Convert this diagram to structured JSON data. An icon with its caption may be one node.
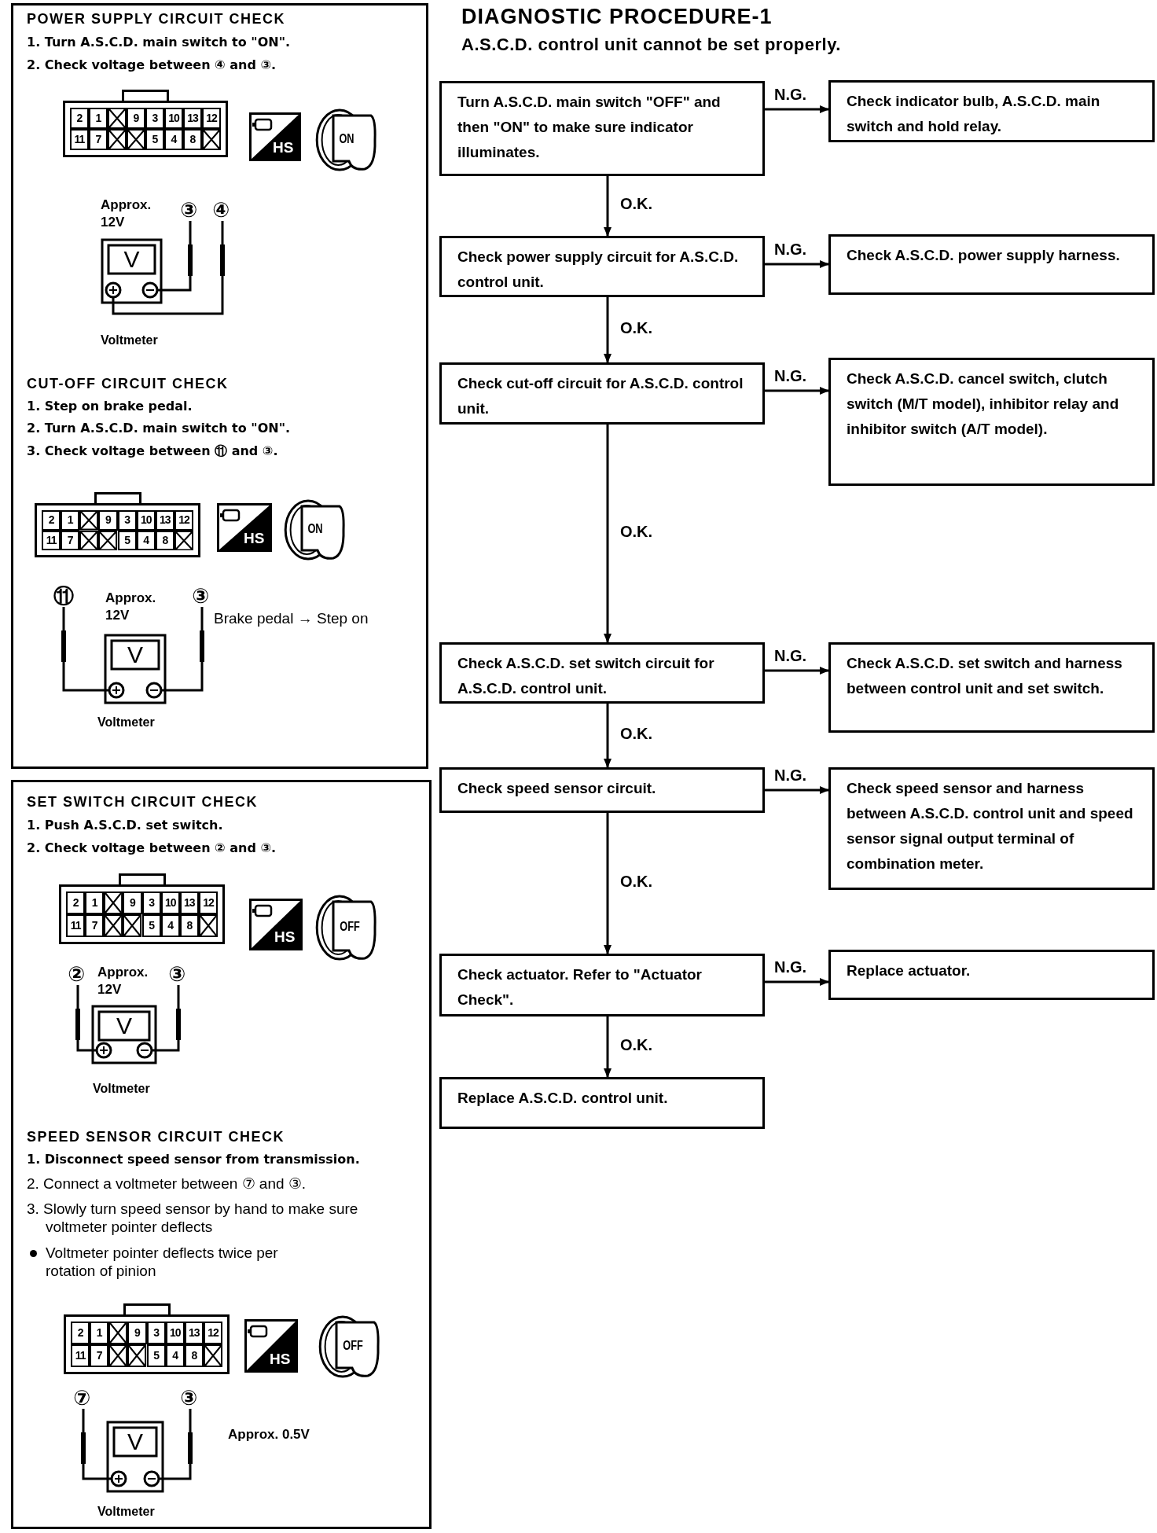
{
  "diagram": {
    "title": "DIAGNOSTIC PROCEDURE-1",
    "nodes": [
      {
        "text": [
          "POWER SUPPLY CIRCUIT CHECK",
          "1. Turn A.S.C.D. main switch to \"ON\".",
          "2. Check voltage between ④ and ③.",
          "CUT-OFF CIRCUIT CHECK",
          "1. Step on brake pedal.",
          "2. Turn A.S.C.D. main switch to \"ON\".",
          "3. Check voltage between ⑪ and ③."
        ]
      },
      {
        "text": [
          "SET SWITCH CIRCUIT CHECK",
          "1. Push A.S.C.D. set switch.",
          "2. Check voltage between ② and ③.",
          "SPEED SENSOR CIRCUIT CHECK",
          "1. Disconnect speed sensor from transmission.",
          "2. Connect a voltmeter between ⑦ and ③.",
          "3. Slowly turn speed sensor by hand to make sure voltmeter pointer deflects",
          "Voltmeter pointer deflects twice per rotation of pinion"
        ]
      },
      {
        "text": [
          "Turn A.S.C.D. main switch \"OFF\" and then \"ON\" to make sure indicator illuminates."
        ]
      },
      {
        "text": [
          "Check indicator bulb, A.S.C.D. main switch and hold relay."
        ]
      },
      {
        "text": [
          "Check power supply circuit for A.S.C.D. control unit."
        ]
      },
      {
        "text": [
          "Check A.S.C.D. power supply harness."
        ]
      },
      {
        "text": [
          "Check cut-off circuit for A.S.C.D. control unit."
        ]
      },
      {
        "text": [
          "Check A.S.C.D. cancel switch, clutch switch (M/T model), inhibitor relay and inhibitor switch (A/T model)."
        ]
      },
      {
        "text": [
          "Check A.S.C.D. set switch circuit for A.S.C.D. control unit."
        ]
      },
      {
        "text": [
          "Check A.S.C.D. set switch and harness between control unit and set switch."
        ]
      },
      {
        "text": [
          "Check speed sensor circuit."
        ]
      },
      {
        "text": [
          "Check speed sensor and harness between A.S.C.D. control unit and speed sensor signal output terminal of combination meter."
        ]
      },
      {
        "text": [
          "Check actuator. Refer to \"Actuator Check\"."
        ]
      },
      {
        "text": [
          "Replace actuator."
        ]
      },
      {
        "text": [
          "Replace A.S.C.D. control unit."
        ]
      }
    ],
    "edges": [
      {
        "from": 2,
        "to": 3,
        "arrow": "to",
        "label": "N.G."
      },
      {
        "from": 2,
        "to": 4,
        "arrow": "to",
        "label": "O.K."
      },
      {
        "from": 4,
        "to": 5,
        "arrow": "to",
        "label": "N.G."
      },
      {
        "from": 4,
        "to": 6,
        "arrow": "to",
        "label": "O.K."
      },
      {
        "from": 6,
        "to": 7,
        "arrow": "to",
        "label": "N.G."
      },
      {
        "from": 6,
        "to": 8,
        "arrow": "to",
        "label": "O.K."
      },
      {
        "from": 8,
        "to": 9,
        "arrow": "to",
        "label": "N.G."
      },
      {
        "from": 8,
        "to": 10,
        "arrow": "to",
        "label": "O.K."
      },
      {
        "from": 10,
        "to": 11,
        "arrow": "to",
        "label": "N.G."
      },
      {
        "from": 10,
        "to": 12,
        "arrow": "to",
        "label": "O.K."
      },
      {
        "from": 12,
        "to": 13,
        "arrow": "to",
        "label": "N.G."
      },
      {
        "from": 12,
        "to": 14,
        "arrow": "to",
        "label": "O.K."
      }
    ],
    "labels": [
      "A.S.C.D. control unit cannot be set properly.",
      "2",
      "1",
      "9",
      "3",
      "10",
      "13",
      "12",
      "11",
      "7",
      "5",
      "4",
      "8",
      "HS",
      "ON",
      "Approx. 12V",
      "③",
      "④",
      "V",
      "Voltmeter",
      "2",
      "1",
      "9",
      "3",
      "10",
      "13",
      "12",
      "11",
      "7",
      "5",
      "4",
      "8",
      "HS",
      "ON",
      "⑪",
      "Approx. 12V",
      "③",
      "Brake pedal → Step on",
      "V",
      "Voltmeter",
      "2",
      "1",
      "9",
      "3",
      "10",
      "13",
      "12",
      "11",
      "7",
      "5",
      "4",
      "8",
      "HS",
      "OFF",
      "②",
      "Approx. 12V",
      "③",
      "V",
      "Voltmeter",
      "2",
      "1",
      "9",
      "3",
      "10",
      "13",
      "12",
      "11",
      "7",
      "5",
      "4",
      "8",
      "HS",
      "OFF",
      "⑦",
      "③",
      "Approx. 0.5V",
      "V",
      "Voltmeter"
    ]
  }
}
